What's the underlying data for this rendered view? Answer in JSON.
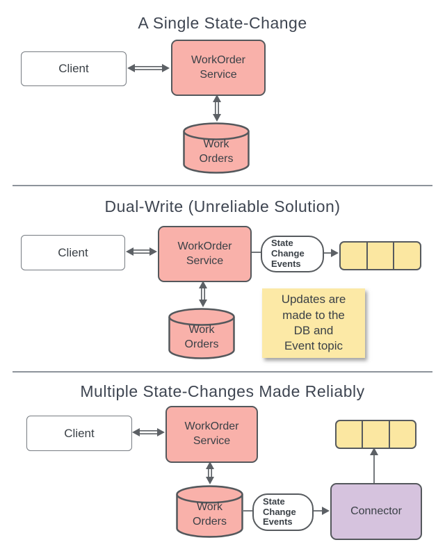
{
  "colors": {
    "background": "#ffffff",
    "service_fill": "#f9b1aa",
    "database_fill": "#f9b1aa",
    "queue_fill": "#fbe7a1",
    "connector_fill": "#d6c3de",
    "sticky_fill": "#fce9a6",
    "shape_border": "#54585c",
    "arrow": "#5c6065",
    "title_text": "#3e4551",
    "body_text": "#3a4046"
  },
  "section1": {
    "title": "A Single State-Change",
    "client_label": "Client",
    "service_label": "WorkOrder\nService",
    "db_label": "Work\nOrders"
  },
  "section2": {
    "title": "Dual-Write (Unreliable Solution)",
    "client_label": "Client",
    "service_label": "WorkOrder\nService",
    "db_label": "Work\nOrders",
    "events_label": "State\nChange\nEvents",
    "note_text": "Updates are\nmade to the\nDB and\nEvent topic"
  },
  "section3": {
    "title": "Multiple State-Changes Made Reliably",
    "client_label": "Client",
    "service_label": "WorkOrder\nService",
    "db_label": "Work\nOrders",
    "events_label": "State\nChange\nEvents",
    "connector_label": "Connector"
  }
}
